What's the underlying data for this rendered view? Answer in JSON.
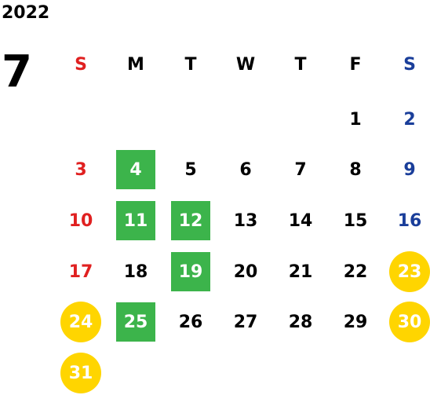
{
  "year": "2022",
  "month": "7",
  "colors": {
    "sunday": "#e02020",
    "saturday": "#1a3e9a",
    "weekday": "#000000",
    "green": "#3cb44b",
    "yellow": "#ffd500"
  },
  "weekdays": [
    "S",
    "M",
    "T",
    "W",
    "T",
    "F",
    "S"
  ],
  "weeks": [
    [
      {
        "d": ""
      },
      {
        "d": ""
      },
      {
        "d": ""
      },
      {
        "d": ""
      },
      {
        "d": ""
      },
      {
        "d": "1"
      },
      {
        "d": "2"
      }
    ],
    [
      {
        "d": "3"
      },
      {
        "d": "4",
        "hl": "green"
      },
      {
        "d": "5"
      },
      {
        "d": "6"
      },
      {
        "d": "7"
      },
      {
        "d": "8"
      },
      {
        "d": "9"
      }
    ],
    [
      {
        "d": "10"
      },
      {
        "d": "11",
        "hl": "green"
      },
      {
        "d": "12",
        "hl": "green"
      },
      {
        "d": "13"
      },
      {
        "d": "14"
      },
      {
        "d": "15"
      },
      {
        "d": "16"
      }
    ],
    [
      {
        "d": "17"
      },
      {
        "d": "18"
      },
      {
        "d": "19",
        "hl": "green"
      },
      {
        "d": "20"
      },
      {
        "d": "21"
      },
      {
        "d": "22"
      },
      {
        "d": "23",
        "hl": "yellow"
      }
    ],
    [
      {
        "d": "24",
        "hl": "yellow"
      },
      {
        "d": "25",
        "hl": "green"
      },
      {
        "d": "26"
      },
      {
        "d": "27"
      },
      {
        "d": "28"
      },
      {
        "d": "29"
      },
      {
        "d": "30",
        "hl": "yellow"
      }
    ],
    [
      {
        "d": "31",
        "hl": "yellow"
      },
      {
        "d": ""
      },
      {
        "d": ""
      },
      {
        "d": ""
      },
      {
        "d": ""
      },
      {
        "d": ""
      },
      {
        "d": ""
      }
    ]
  ]
}
